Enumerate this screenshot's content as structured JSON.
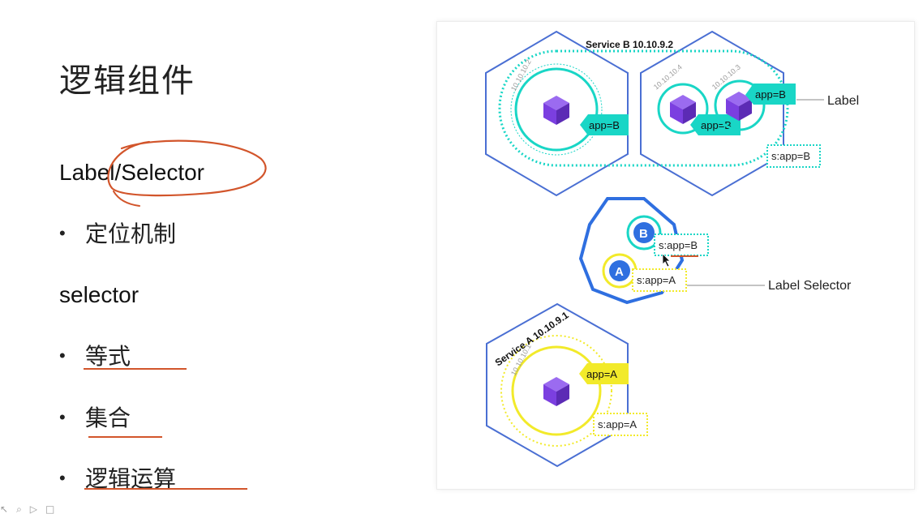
{
  "slide": {
    "title": "逻辑组件",
    "section1_heading": "Label/Selector",
    "bullet_dot": "•",
    "section1_bullets": [
      "定位机制"
    ],
    "section2_heading": "selector",
    "section2_bullets": [
      "等式",
      "集合",
      "逻辑运算"
    ]
  },
  "diagram": {
    "service_b_title": "Service B 10.10.9.2",
    "service_a_title": "Service A 10.10.9.1",
    "pod_ips": [
      "10.10.10.2",
      "10.10.10.4",
      "10.10.10.3",
      "10.10.10.1"
    ],
    "label_app_b": "app=B",
    "label_app_a": "app=A",
    "selector_app_b": "s:app=B",
    "selector_app_a": "s:app=A",
    "selector_badge_b": "B",
    "selector_badge_a": "A",
    "callout_label": "Label",
    "callout_label_selector": "Label Selector"
  },
  "colors": {
    "hexagon_stroke": "#4a6fd3",
    "teal": "#19d6c6",
    "yellow": "#f2ea2a",
    "cube_purple": "#7b3fe0",
    "annotation_red": "#d2552b"
  },
  "footer": {
    "icons": [
      "cursor-icon",
      "zoom-icon",
      "play-icon",
      "square-icon"
    ]
  }
}
